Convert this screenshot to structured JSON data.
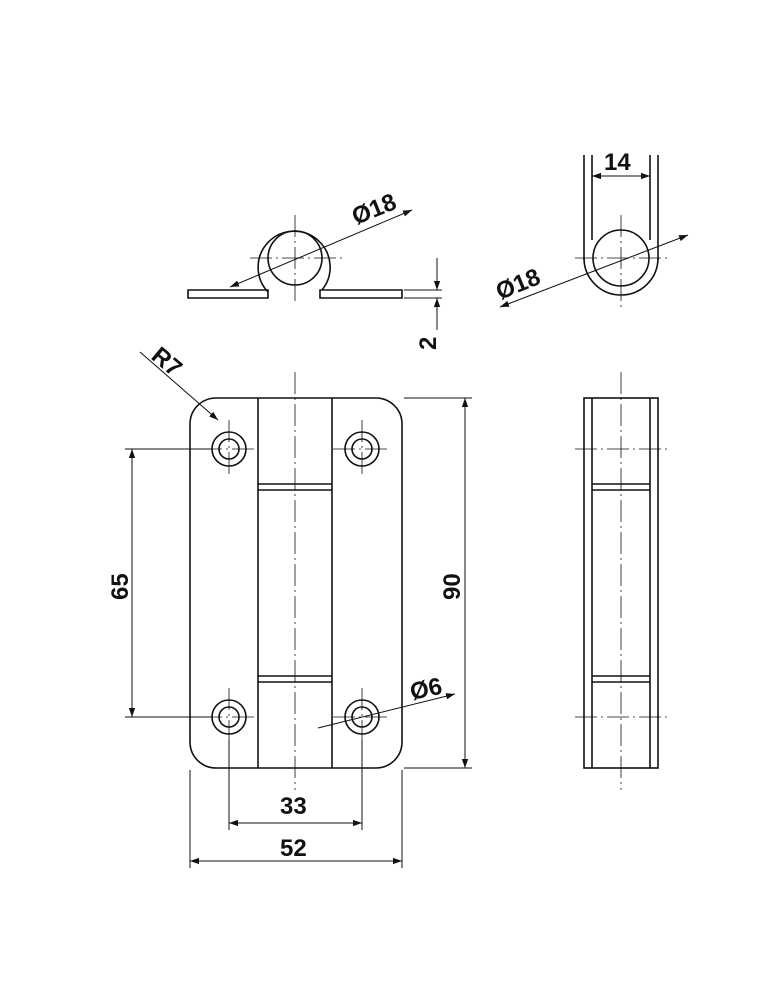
{
  "diagram": {
    "labels": {
      "top_diameter": "Ø18",
      "side_width": "14",
      "side_diameter": "Ø18",
      "thickness": "2",
      "radius": "R7",
      "hole_spacing_vertical": "65",
      "height": "90",
      "hole_diameter": "Ø6",
      "hole_spacing_horizontal": "33",
      "width": "52"
    }
  }
}
